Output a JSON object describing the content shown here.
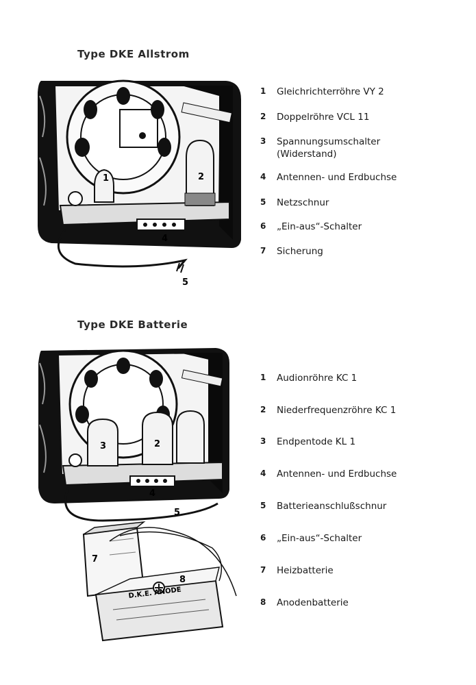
{
  "sections": [
    {
      "title": "Type DKE Allstrom",
      "items": [
        {
          "num": "1",
          "label": "Gleichrichterröhre VY 2"
        },
        {
          "num": "2",
          "label": "Doppelröhre VCL 11"
        },
        {
          "num": "3",
          "label": "Spannungsumschalter",
          "label2": "(Widerstand)"
        },
        {
          "num": "4",
          "label": "Antennen- und Erdbuchse"
        },
        {
          "num": "5",
          "label": "Netzschnur"
        },
        {
          "num": "6",
          "label": "„Ein-aus“-Schalter"
        },
        {
          "num": "7",
          "label": "Sicherung"
        }
      ]
    },
    {
      "title": "Type DKE Batterie",
      "items": [
        {
          "num": "1",
          "label": "Audionröhre KC 1"
        },
        {
          "num": "2",
          "label": "Niederfrequenzröhre KC 1"
        },
        {
          "num": "3",
          "label": "Endpentode KL 1"
        },
        {
          "num": "4",
          "label": "Antennen- und Erdbuchse"
        },
        {
          "num": "5",
          "label": "Batterieanschlußschnur"
        },
        {
          "num": "6",
          "label": "„Ein-aus“-Schalter"
        },
        {
          "num": "7",
          "label": "Heizbatterie"
        },
        {
          "num": "8",
          "label": "Anodenbatterie"
        }
      ]
    }
  ],
  "drawing": {
    "top_callouts": [
      "1",
      "2",
      "4",
      "5"
    ],
    "bottom_callouts": [
      "3",
      "2",
      "4",
      "5",
      "7",
      "8"
    ],
    "battery_label": "D.K.E. ANODE"
  }
}
